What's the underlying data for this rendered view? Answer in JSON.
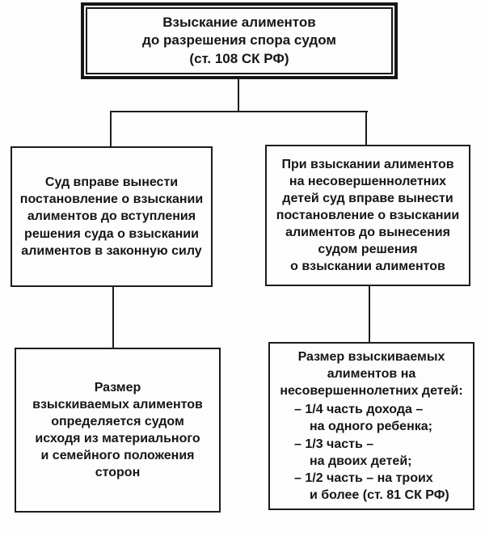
{
  "diagram": {
    "title_note": "Взыскание алиментов до разрешения спора судом",
    "boxes": {
      "root": {
        "text": "Взыскание алиментов\nдо разрешения спора судом\n(ст. 108 СК РФ)"
      },
      "mid_left": {
        "text": "Суд вправе вынести\nпостановление о взыскании\nалиментов до вступления\nрешения суда о взыскании\nалиментов в законную силу"
      },
      "mid_right": {
        "text": "При взыскании алиментов\nна несовершеннолетних\nдетей суд вправе вынести\nпостановление о взыскании\nалиментов до вынесения\nсудом решения\nо взыскании алиментов"
      },
      "bottom_left": {
        "text": "Размер\nвзыскиваемых алиментов\nопределяется судом\nисходя из материального\nи семейного положения\nсторон"
      },
      "bottom_right": {
        "heading": "Размер взыскиваемых\nалиментов на\nнесовершеннолетних детей:",
        "items": [
          "– 1/4 часть дохода –\nна одного ребенка;",
          "– 1/3 часть –\nна двоих детей;",
          "– 1/2 часть – на троих\nи более (ст. 81 СК РФ)"
        ]
      }
    },
    "colors": {
      "line": "#1c1c1c",
      "text": "#161616",
      "background": "#fefefe"
    }
  }
}
